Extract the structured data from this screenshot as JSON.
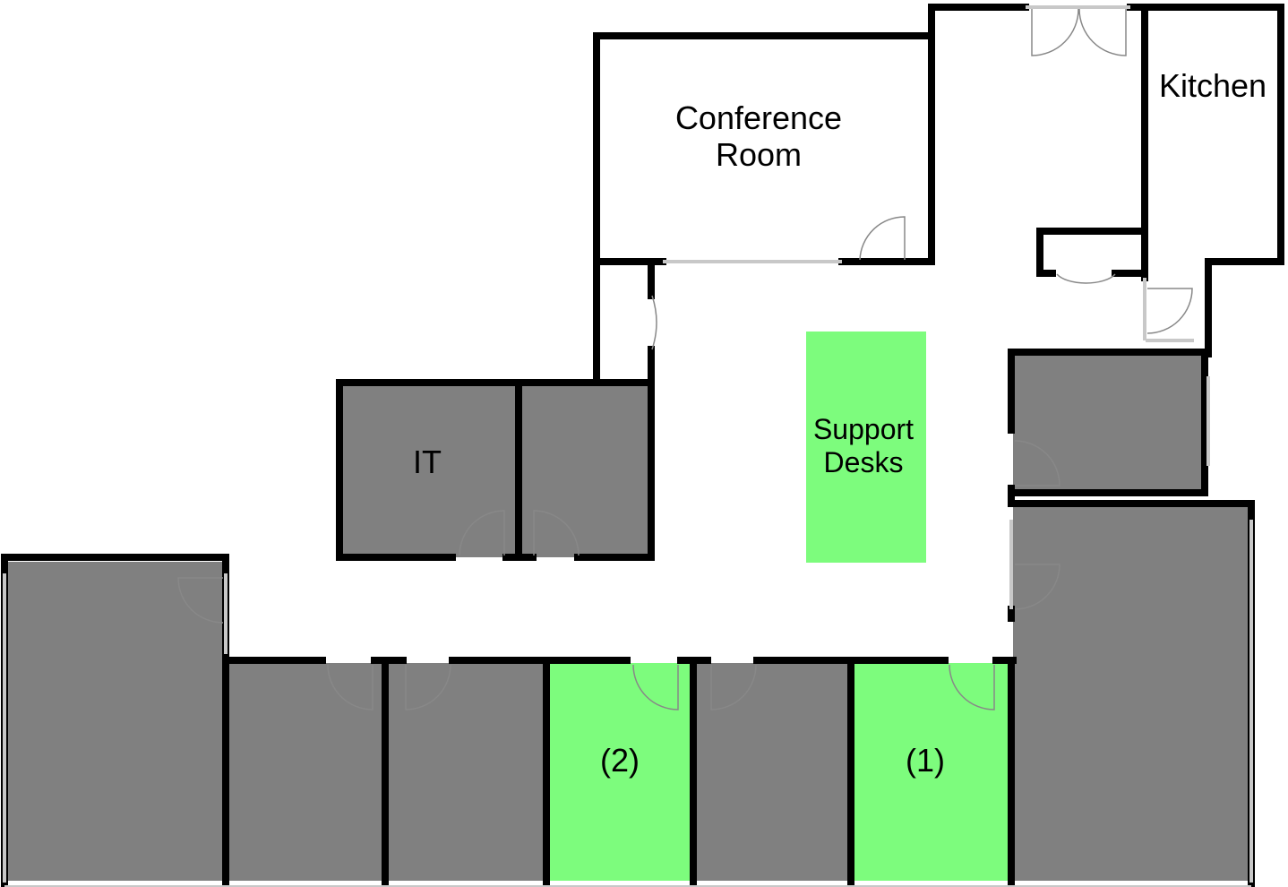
{
  "rooms": {
    "conference": {
      "line1": "Conference",
      "line2": "Room"
    },
    "kitchen": {
      "label": "Kitchen"
    },
    "it": {
      "label": "IT"
    },
    "support": {
      "line1": "Support",
      "line2": "Desks"
    },
    "office_2": {
      "label": "(2)"
    },
    "office_1": {
      "label": "(1)"
    }
  },
  "colors": {
    "wall": "#000000",
    "office_fill": "#808080",
    "highlight_fill": "#7dfc7d",
    "floor": "#ffffff"
  }
}
